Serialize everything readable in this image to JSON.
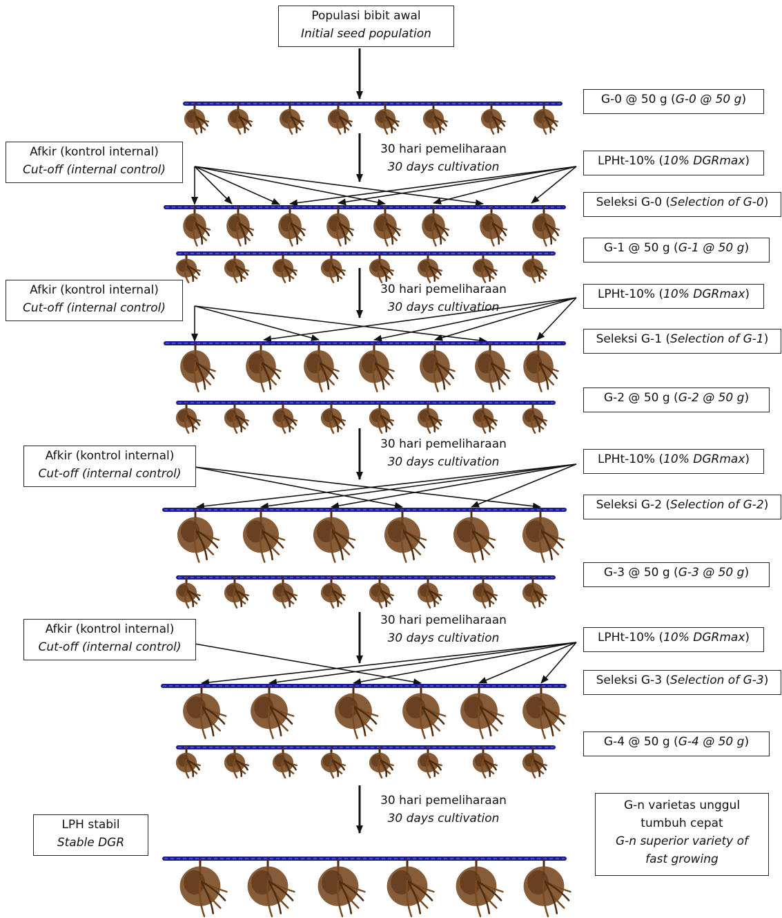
{
  "top_box": {
    "line1": "Populasi bibit awal",
    "line2": "Initial seed population"
  },
  "generations": [
    {
      "main": "G-0 @ 50 g (",
      "ital": "G-0 @ 50 g",
      "end": ")"
    },
    {
      "main": "G-1 @ 50 g (",
      "ital": "G-1 @ 50 g",
      "end": ")"
    },
    {
      "main": "G-2 @ 50 g (",
      "ital": "G-2 @ 50 g",
      "end": ")"
    },
    {
      "main": "G-3 @ 50 g (",
      "ital": "G-3 @ 50 g",
      "end": ")"
    },
    {
      "main": "G-4 @ 50 g (",
      "ital": "G-4 @ 50 g",
      "end": ")"
    }
  ],
  "selections": [
    {
      "main": "Seleksi G-0 (",
      "ital": "Selection of G-0",
      "end": ")"
    },
    {
      "main": "Seleksi G-1 (",
      "ital": "Selection of G-1",
      "end": ")"
    },
    {
      "main": "Seleksi G-2 (",
      "ital": "Selection of G-2",
      "end": ")"
    },
    {
      "main": "Seleksi G-3 (",
      "ital": "Selection of G-3",
      "end": ")"
    }
  ],
  "lph_box": {
    "main": "LPHt-10% (",
    "ital": "10% DGRmax",
    "end": ")"
  },
  "afkir_box": {
    "line1": "Afkir (kontrol internal)",
    "line2": "Cut-off (internal control)"
  },
  "cultivation": {
    "line1": "30 hari pemeliharaan",
    "line2": "30 days cultivation"
  },
  "stable_box": {
    "line1": "LPH stabil",
    "line2": "Stable DGR"
  },
  "final_box": {
    "line1": "G-n varietas unggul",
    "line2": "tumbuh cepat",
    "line3": "G-n superior variety of",
    "line4": "fast growing"
  },
  "colors": {
    "rope": "#1d1d8c",
    "seaweed": "#7a4a22",
    "seaweed_dark": "#4e2c10",
    "line": "#111111"
  }
}
